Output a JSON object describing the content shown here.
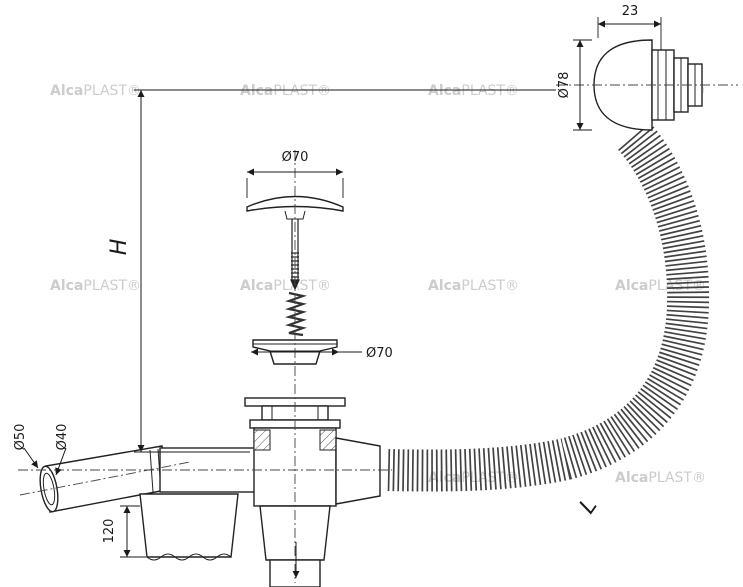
{
  "watermark": {
    "part1": "Alca",
    "part2": "PLAST®"
  },
  "dimensions": {
    "cap_width": "23",
    "cap_diameter": "Ø78",
    "plug_diameter": "Ø70",
    "gasket_diameter": "Ø70",
    "outlet_outer": "Ø50",
    "outlet_inner": "Ø40",
    "trap_height": "120",
    "height_label": "H",
    "length_label": "L"
  }
}
